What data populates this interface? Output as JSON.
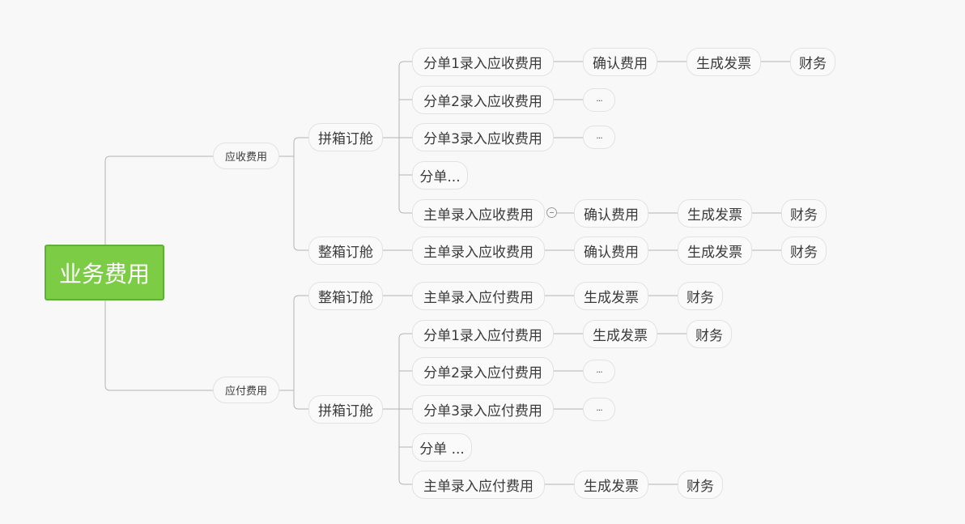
{
  "root": {
    "label": "业务费用"
  },
  "receivable": {
    "label": "应收费用",
    "lcl": {
      "label": "拼箱订舱",
      "hbl1": {
        "label": "分单1录入应收费用",
        "confirm": "确认费用",
        "invoice": "生成发票",
        "finance": "财务"
      },
      "hbl2": {
        "label": "分单2录入应收费用",
        "next": "..."
      },
      "hbl3": {
        "label": "分单3录入应收费用",
        "next": "..."
      },
      "more": {
        "label": "分单..."
      },
      "mbl": {
        "label": "主单录入应收费用",
        "confirm": "确认费用",
        "invoice": "生成发票",
        "finance": "财务"
      }
    },
    "fcl": {
      "label": "整箱订舱",
      "mbl": {
        "label": "主单录入应收费用",
        "confirm": "确认费用",
        "invoice": "生成发票",
        "finance": "财务"
      }
    }
  },
  "payable": {
    "label": "应付费用",
    "fcl": {
      "label": "整箱订舱",
      "mbl": {
        "label": "主单录入应付费用",
        "invoice": "生成发票",
        "finance": "财务"
      }
    },
    "lcl": {
      "label": "拼箱订舱",
      "hbl1": {
        "label": "分单1录入应付费用",
        "invoice": "生成发票",
        "finance": "财务"
      },
      "hbl2": {
        "label": "分单2录入应付费用",
        "next": "..."
      },
      "hbl3": {
        "label": "分单3录入应付费用",
        "next": "..."
      },
      "more": {
        "label": "分单 ..."
      },
      "mbl": {
        "label": "主单录入应付费用",
        "invoice": "生成发票",
        "finance": "财务"
      }
    }
  },
  "colors": {
    "root_fill": "#7ccc45",
    "root_border": "#5db13a",
    "connector": "#b4b4b4",
    "background": "#f8f8f8"
  }
}
